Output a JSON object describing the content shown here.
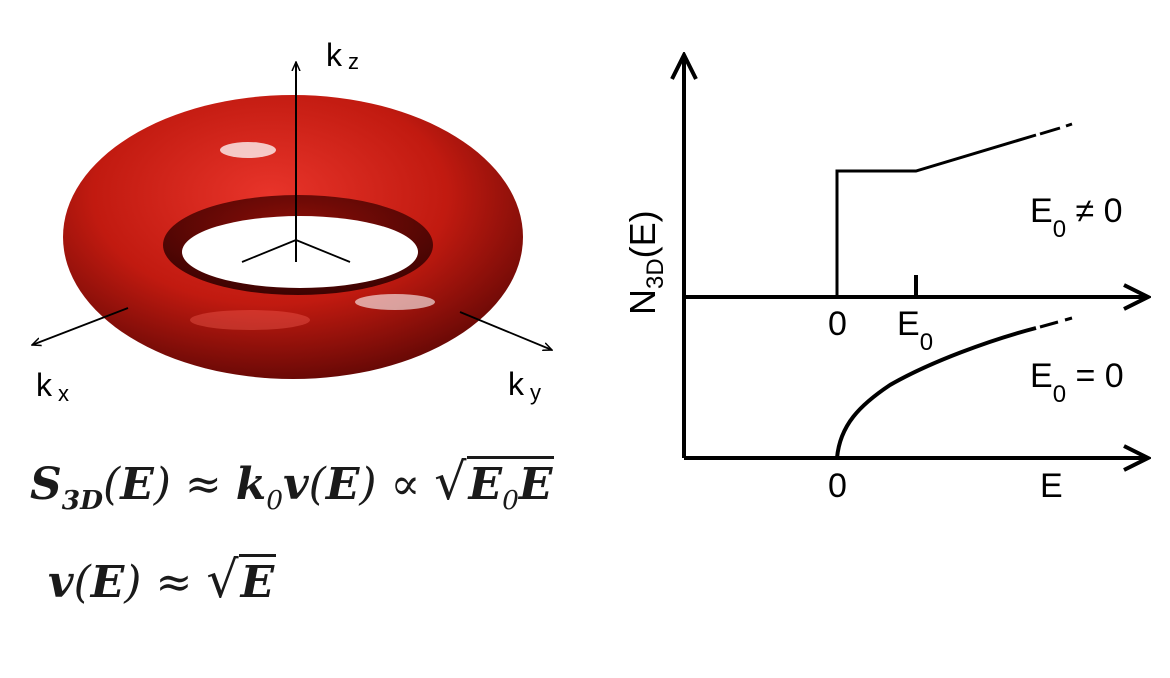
{
  "torus": {
    "color": "#cc1f14",
    "axes": {
      "kz": "k z",
      "kx": "k x",
      "ky": "k y"
    }
  },
  "plot": {
    "y_axis_label": "N3D(E)",
    "upper": {
      "origin_tick": "0",
      "e0_tick": "E0",
      "case_label": "E0 ≠ 0"
    },
    "lower": {
      "origin_tick": "0",
      "x_axis_label": "E",
      "case_label": "E0 = 0"
    }
  },
  "formulas": {
    "line1": "S3D(E) ≈ k0v(E) ∝ √E0E",
    "line2": "v(E) ≈ √E"
  }
}
